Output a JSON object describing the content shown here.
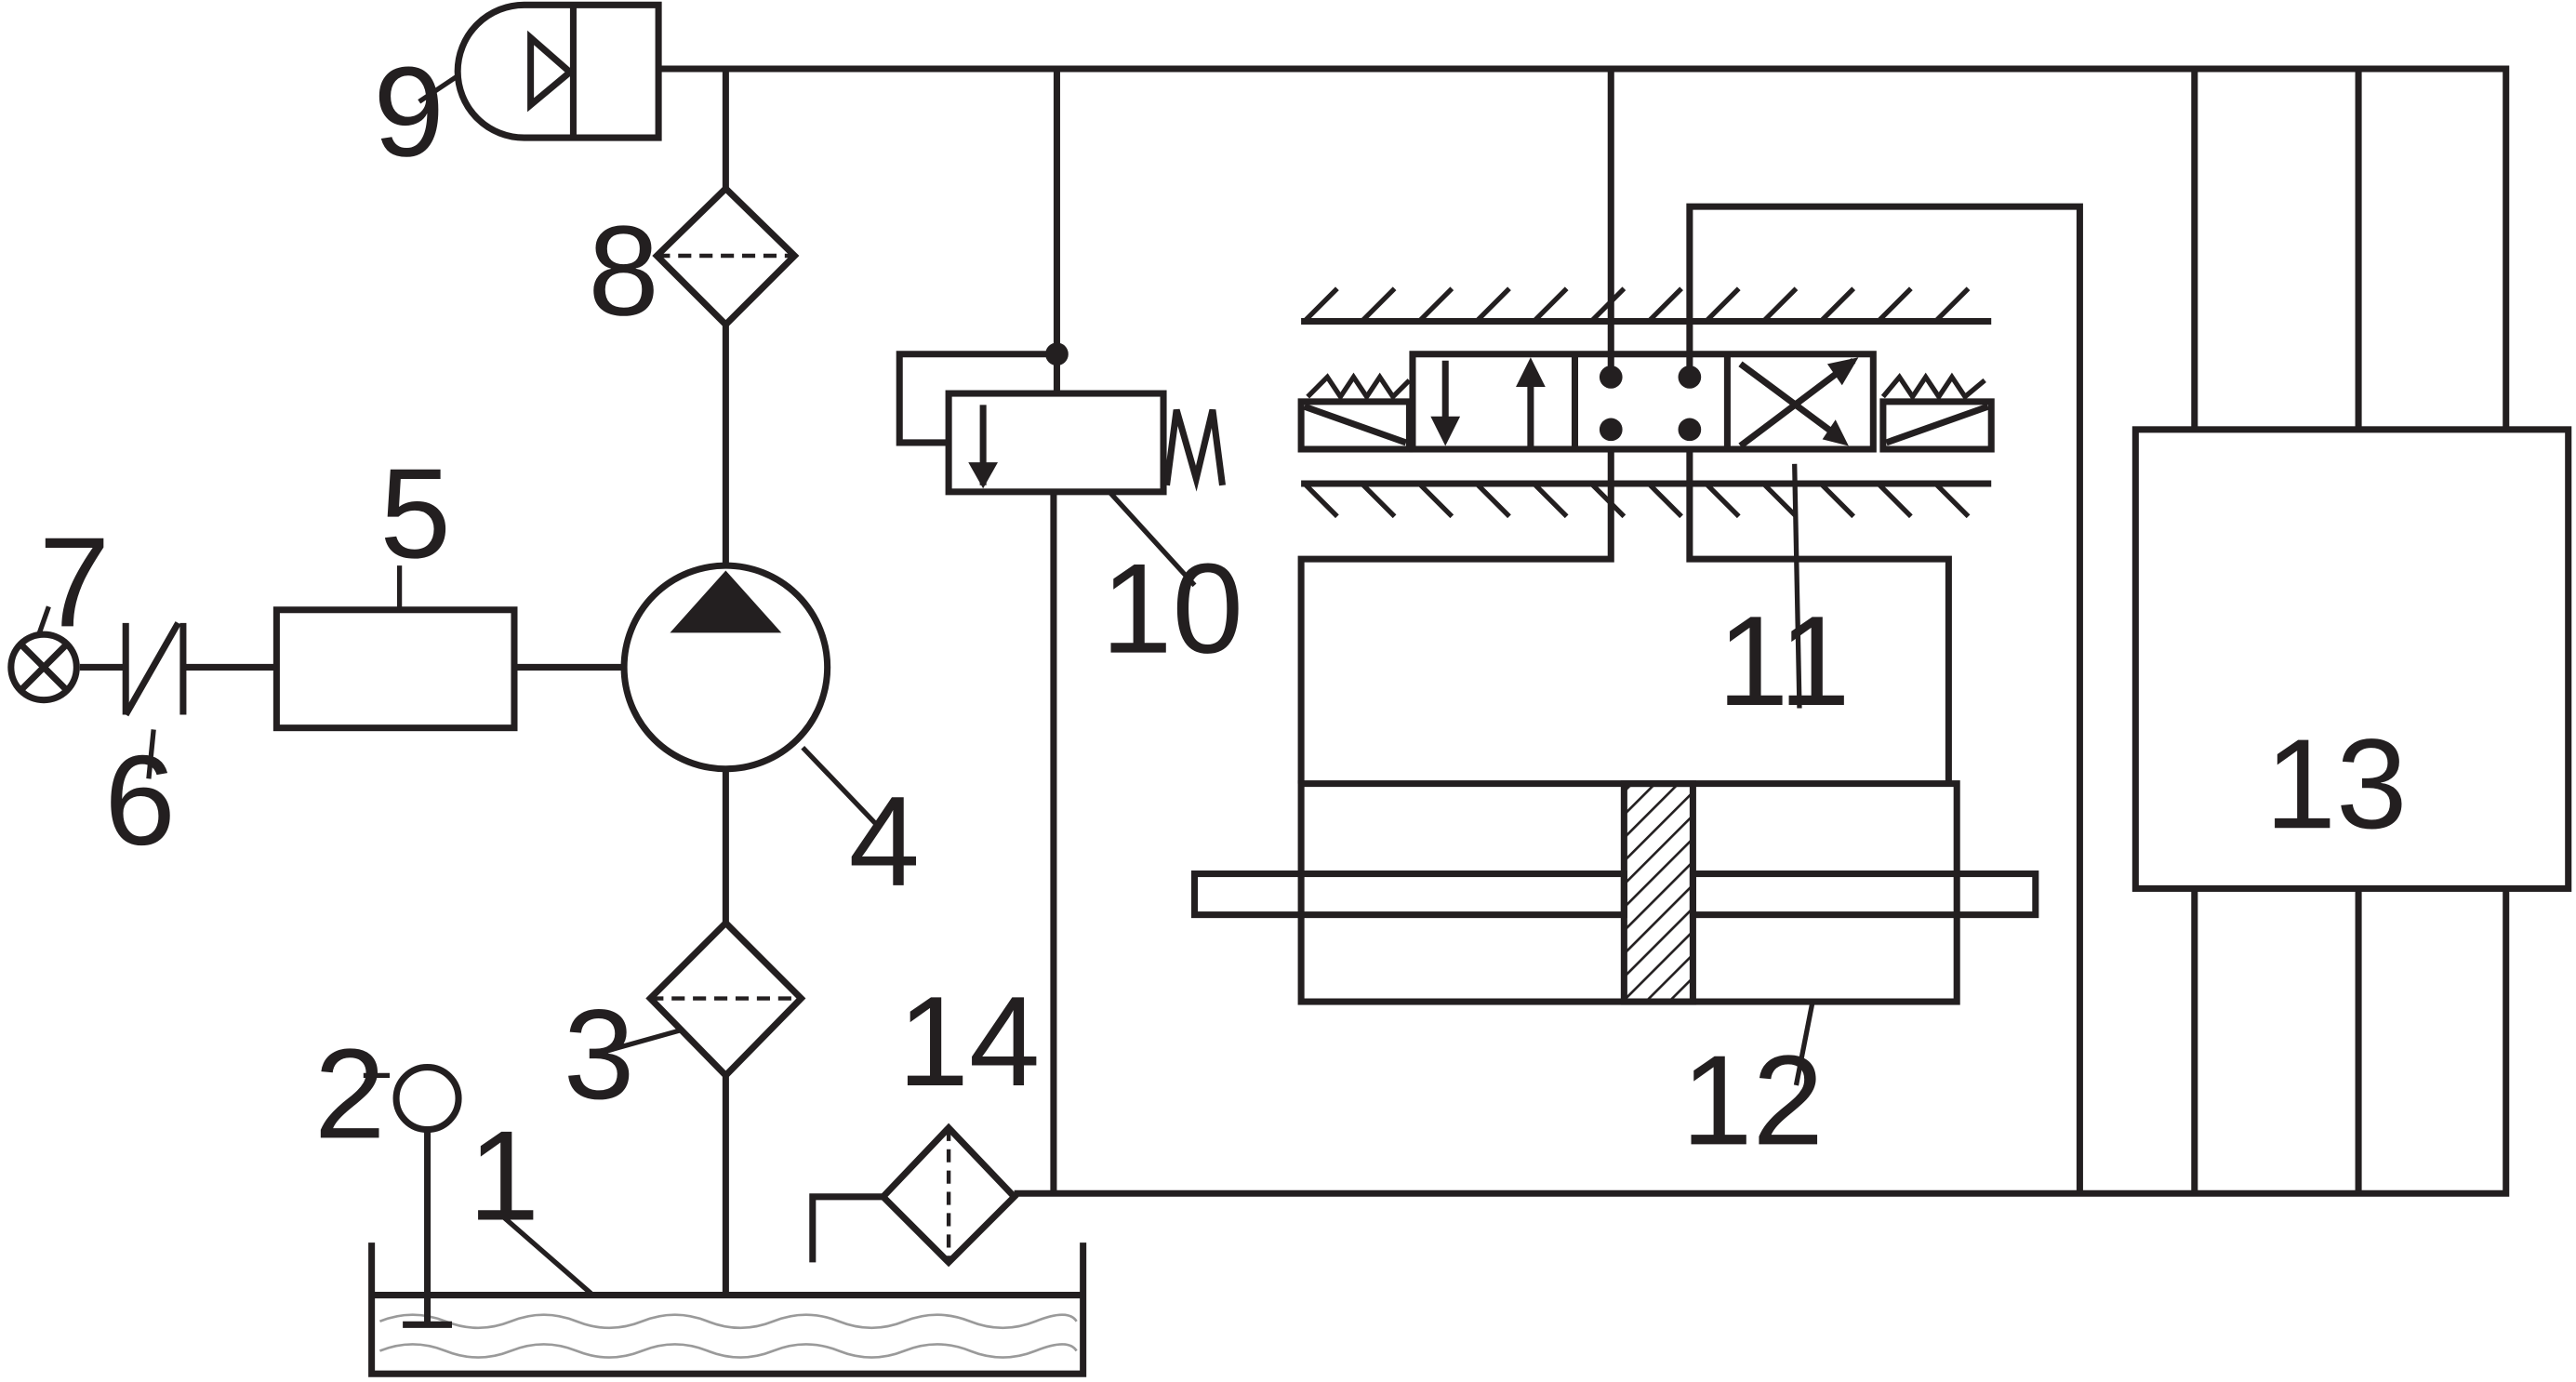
{
  "labels": {
    "l1": "1",
    "l2": "2",
    "l3": "3",
    "l4": "4",
    "l5": "5",
    "l6": "6",
    "l7": "7",
    "l8": "8",
    "l9": "9",
    "l10": "10",
    "l11": "11",
    "l12": "12",
    "l13": "13",
    "l14": "14"
  },
  "colors": {
    "line": "#231f20",
    "background": "#ffffff",
    "oil_wave": "#9a9a9a"
  }
}
